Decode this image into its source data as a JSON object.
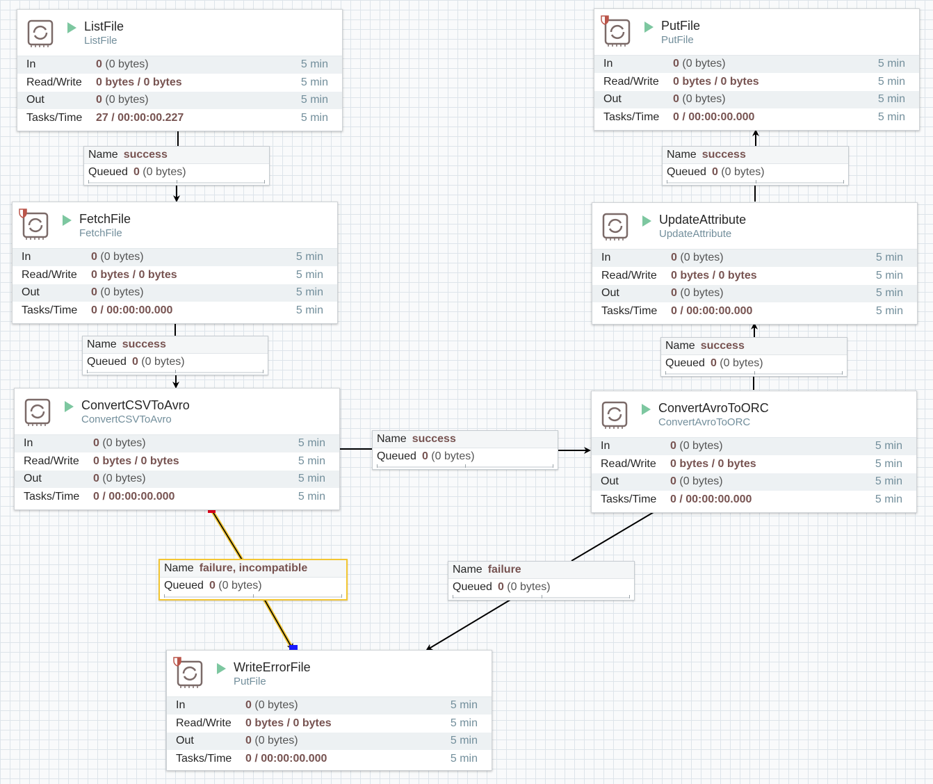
{
  "colors": {
    "play": "#7dc7a0",
    "value": "#775351",
    "muted": "#728e9b",
    "selected_border": "#f3c632",
    "bend_red": "#e3001b",
    "bend_blue": "#1a1aff",
    "badge_red": "#ba554a"
  },
  "icons": {
    "processor": "processor-icon",
    "run": "play-icon",
    "restricted": "shield-icon"
  },
  "processors": [
    {
      "id": "p1",
      "name": "ListFile",
      "type": "ListFile",
      "restricted": false,
      "in_count": "0",
      "in_bytes": "(0 bytes)",
      "rw": "0 bytes / 0 bytes",
      "out_count": "0",
      "out_bytes": "(0 bytes)",
      "tasks": "27 / 00:00:00.227",
      "lbl_in": "In",
      "lbl_rw": "Read/Write",
      "lbl_out": "Out",
      "lbl_tasks": "Tasks/Time",
      "window": "5 min"
    },
    {
      "id": "p2",
      "name": "FetchFile",
      "type": "FetchFile",
      "restricted": true,
      "in_count": "0",
      "in_bytes": "(0 bytes)",
      "rw": "0 bytes / 0 bytes",
      "out_count": "0",
      "out_bytes": "(0 bytes)",
      "tasks": "0 / 00:00:00.000",
      "lbl_in": "In",
      "lbl_rw": "Read/Write",
      "lbl_out": "Out",
      "lbl_tasks": "Tasks/Time",
      "window": "5 min"
    },
    {
      "id": "p3",
      "name": "ConvertCSVToAvro",
      "type": "ConvertCSVToAvro",
      "restricted": false,
      "in_count": "0",
      "in_bytes": "(0 bytes)",
      "rw": "0 bytes / 0 bytes",
      "out_count": "0",
      "out_bytes": "(0 bytes)",
      "tasks": "0 / 00:00:00.000",
      "lbl_in": "In",
      "lbl_rw": "Read/Write",
      "lbl_out": "Out",
      "lbl_tasks": "Tasks/Time",
      "window": "5 min"
    },
    {
      "id": "p4",
      "name": "PutFile",
      "type": "PutFile",
      "restricted": true,
      "in_count": "0",
      "in_bytes": "(0 bytes)",
      "rw": "0 bytes / 0 bytes",
      "out_count": "0",
      "out_bytes": "(0 bytes)",
      "tasks": "0 / 00:00:00.000",
      "lbl_in": "In",
      "lbl_rw": "Read/Write",
      "lbl_out": "Out",
      "lbl_tasks": "Tasks/Time",
      "window": "5 min"
    },
    {
      "id": "p5",
      "name": "UpdateAttribute",
      "type": "UpdateAttribute",
      "restricted": false,
      "in_count": "0",
      "in_bytes": "(0 bytes)",
      "rw": "0 bytes / 0 bytes",
      "out_count": "0",
      "out_bytes": "(0 bytes)",
      "tasks": "0 / 00:00:00.000",
      "lbl_in": "In",
      "lbl_rw": "Read/Write",
      "lbl_out": "Out",
      "lbl_tasks": "Tasks/Time",
      "window": "5 min"
    },
    {
      "id": "p6",
      "name": "ConvertAvroToORC",
      "type": "ConvertAvroToORC",
      "restricted": false,
      "in_count": "0",
      "in_bytes": "(0 bytes)",
      "rw": "0 bytes / 0 bytes",
      "out_count": "0",
      "out_bytes": "(0 bytes)",
      "tasks": "0 / 00:00:00.000",
      "lbl_in": "In",
      "lbl_rw": "Read/Write",
      "lbl_out": "Out",
      "lbl_tasks": "Tasks/Time",
      "window": "5 min"
    },
    {
      "id": "p7",
      "name": "WriteErrorFile",
      "type": "PutFile",
      "restricted": true,
      "in_count": "0",
      "in_bytes": "(0 bytes)",
      "rw": "0 bytes / 0 bytes",
      "out_count": "0",
      "out_bytes": "(0 bytes)",
      "tasks": "0 / 00:00:00.000",
      "lbl_in": "In",
      "lbl_rw": "Read/Write",
      "lbl_out": "Out",
      "lbl_tasks": "Tasks/Time",
      "window": "5 min"
    }
  ],
  "connections": [
    {
      "id": "c1",
      "from": "ListFile",
      "to": "FetchFile",
      "name_label": "Name",
      "name": "success",
      "queued_label": "Queued",
      "queued_count": "0",
      "queued_bytes": "(0 bytes)",
      "selected": false
    },
    {
      "id": "c2",
      "from": "FetchFile",
      "to": "ConvertCSVToAvro",
      "name_label": "Name",
      "name": "success",
      "queued_label": "Queued",
      "queued_count": "0",
      "queued_bytes": "(0 bytes)",
      "selected": false
    },
    {
      "id": "c3",
      "from": "ConvertCSVToAvro",
      "to": "ConvertAvroToORC",
      "name_label": "Name",
      "name": "success",
      "queued_label": "Queued",
      "queued_count": "0",
      "queued_bytes": "(0 bytes)",
      "selected": false
    },
    {
      "id": "c4",
      "from": "ConvertAvroToORC",
      "to": "UpdateAttribute",
      "name_label": "Name",
      "name": "success",
      "queued_label": "Queued",
      "queued_count": "0",
      "queued_bytes": "(0 bytes)",
      "selected": false
    },
    {
      "id": "c5",
      "from": "UpdateAttribute",
      "to": "PutFile",
      "name_label": "Name",
      "name": "success",
      "queued_label": "Queued",
      "queued_count": "0",
      "queued_bytes": "(0 bytes)",
      "selected": false
    },
    {
      "id": "c6",
      "from": "ConvertCSVToAvro",
      "to": "WriteErrorFile",
      "name_label": "Name",
      "name": "failure, incompatible",
      "queued_label": "Queued",
      "queued_count": "0",
      "queued_bytes": "(0 bytes)",
      "selected": true
    },
    {
      "id": "c7",
      "from": "ConvertAvroToORC",
      "to": "WriteErrorFile",
      "name_label": "Name",
      "name": "failure",
      "queued_label": "Queued",
      "queued_count": "0",
      "queued_bytes": "(0 bytes)",
      "selected": false
    }
  ]
}
